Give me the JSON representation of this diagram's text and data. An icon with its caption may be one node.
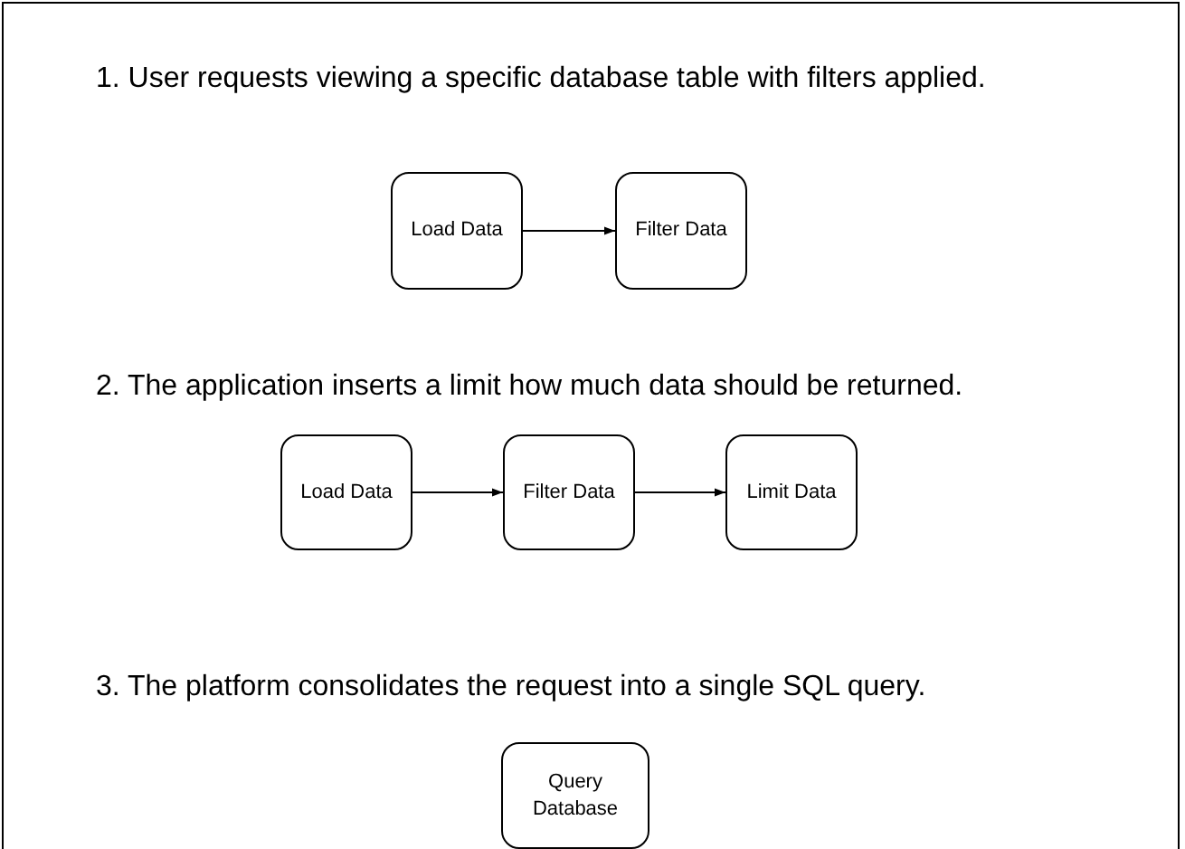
{
  "diagram": {
    "nodes": [
      {
        "text": [
          "Load Data"
        ]
      },
      {
        "text": [
          "Filter Data"
        ]
      },
      {
        "text": [
          "Load Data"
        ]
      },
      {
        "text": [
          "Filter Data"
        ]
      },
      {
        "text": [
          "Limit Data"
        ]
      },
      {
        "text": [
          "Query Database"
        ]
      }
    ],
    "edges": [
      {
        "from": 0,
        "to": 1,
        "arrow": "to"
      },
      {
        "from": 2,
        "to": 3,
        "arrow": "to"
      },
      {
        "from": 3,
        "to": 4,
        "arrow": "to"
      }
    ],
    "labels": [
      "1. User requests viewing a specific database table with filters applied.",
      "2. The application inserts a limit how much data should be returned.",
      "3. The platform consolidates the request into a single SQL query."
    ]
  }
}
